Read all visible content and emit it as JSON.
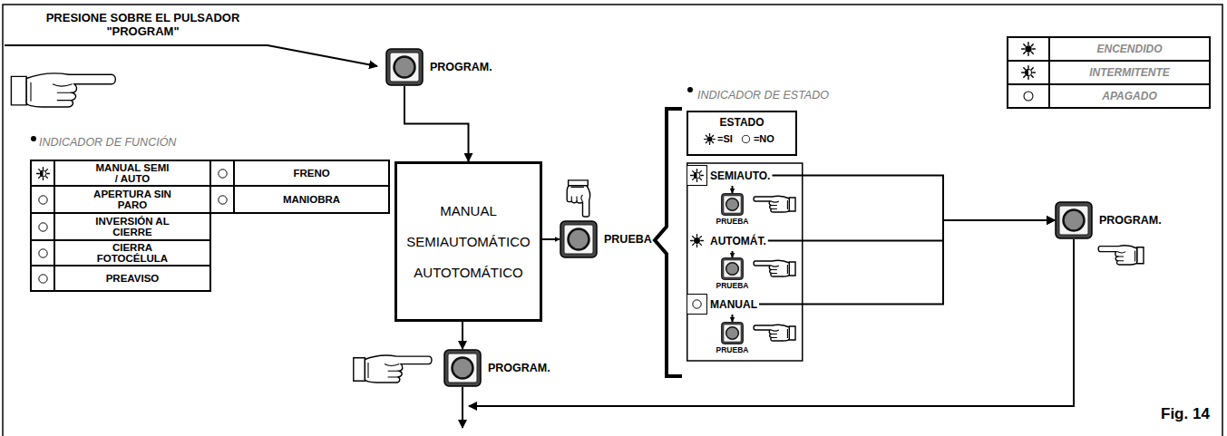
{
  "diagram": {
    "caption": "Fig. 14",
    "nodes": [
      {
        "text": [
          "PROGRAM."
        ]
      },
      {
        "text": [
          "INDICADOR DE FUNCIÓN"
        ]
      },
      {
        "text": [
          "MANUAL SEMI / AUTO"
        ],
        "in": 1
      },
      {
        "text": [
          "FRENO"
        ],
        "in": 1
      },
      {
        "text": [
          "APERTURA SIN PARO"
        ],
        "in": 1
      },
      {
        "text": [
          "MANIOBRA"
        ],
        "in": 1
      },
      {
        "text": [
          "INVERSIÓN AL CIERRE"
        ],
        "in": 1
      },
      {
        "text": [
          "CIERRA FOTOCÉLULA"
        ],
        "in": 1
      },
      {
        "text": [
          "PREAVISO"
        ],
        "in": 1
      },
      {
        "text": [
          "MANUAL",
          "SEMIAUTOMÁTICO",
          "AUTOTOMÁTICO"
        ]
      },
      {
        "text": [
          "PRUEBA"
        ]
      },
      {
        "text": [
          "PROGRAM."
        ]
      },
      {
        "text": [
          "INDICADOR DE ESTADO",
          "ESTADO",
          "=SI",
          "=NO"
        ]
      },
      {
        "text": [
          "SEMIAUTO."
        ]
      },
      {
        "text": [
          "PRUEBA"
        ]
      },
      {
        "text": [
          "AUTOMÁT."
        ]
      },
      {
        "text": [
          "PRUEBA"
        ]
      },
      {
        "text": [
          "MANUAL"
        ]
      },
      {
        "text": [
          "PRUEBA"
        ]
      },
      {
        "text": [
          "PROGRAM."
        ]
      }
    ],
    "edges": [
      {
        "from": 0,
        "to": 9,
        "arrow": "to"
      },
      {
        "from": 9,
        "to": 10,
        "arrow": "to"
      },
      {
        "from": 9,
        "to": 11,
        "arrow": "to"
      },
      {
        "from": 13,
        "to": 14,
        "arrow": "to"
      },
      {
        "from": 15,
        "to": 16,
        "arrow": "to"
      },
      {
        "from": 17,
        "to": 18,
        "arrow": "to"
      },
      {
        "from": 13,
        "to": 19,
        "arrow": "to"
      },
      {
        "from": 15,
        "to": 19,
        "arrow": "to"
      },
      {
        "from": 17,
        "to": 19,
        "arrow": "to"
      }
    ],
    "labels": [
      "PRESIONE SOBRE EL PULSADOR \"PROGRAM\""
    ],
    "legend": [
      {
        "text": "ENCENDIDO"
      },
      {
        "text": "INTERMITENTE"
      },
      {
        "text": "APAGADO"
      }
    ]
  }
}
